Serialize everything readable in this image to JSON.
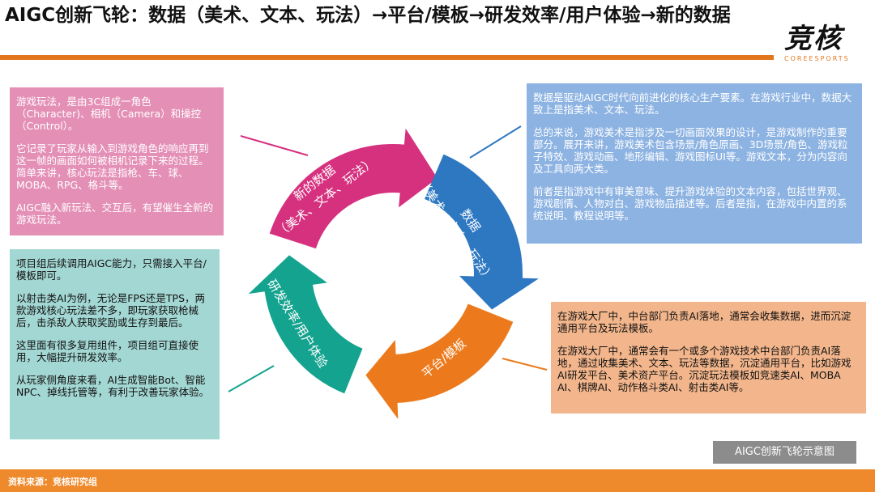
{
  "title": "AIGC创新飞轮：数据（美术、文本、玩法）→平台/模板→研发效率/用户体验→新的数据",
  "logo": {
    "text": "竞核",
    "sub": "COREESPORTS"
  },
  "cycle": {
    "new_data": {
      "line1": "新的数据",
      "line2": "（美术、文本、玩法）",
      "color": "#d6317f"
    },
    "data": {
      "line1": "数据",
      "line2": "（美术、文本、玩法）",
      "color": "#2e78c2"
    },
    "platform": {
      "line1": "平台/模板",
      "color": "#ec7a1c"
    },
    "efficiency": {
      "line1": "研发效率/用户体验",
      "color": "#14a38f"
    }
  },
  "boxes": {
    "pink": [
      "游戏玩法，是由3C组成一角色（Character)、相机（Camera）和操控（Control）。",
      "它记录了玩家从输入到游戏角色的响应再到这一帧的画面如何被相机记录下来的过程。简单来讲，核心玩法是指枪、车、球、MOBA、RPG、格斗等。",
      "AIGC融入新玩法、交互后，有望催生全新的游戏玩法。"
    ],
    "blue": [
      "数据是驱动AIGC时代向前进化的核心生产要素。在游戏行业中，数据大致上是指美术、文本、玩法。",
      "总的来说，游戏美术是指涉及一切画面效果的设计，是游戏制作的重要部分。展开来讲，游戏美术包含场景/角色原画、3D场景/角色、游戏粒子特效、游戏动画、地形编辑、游戏图标UI等。游戏文本，分为内容向及工具向两大类。",
      "前者是指游戏中有审美意味、提升游戏体验的文本内容，包括世界观、游戏剧情、人物对白、游戏物品描述等。后者是指，在游戏中内置的系统说明、教程说明等。"
    ],
    "teal": [
      "项目组后续调用AIGC能力，只需接入平台/模板即可。",
      "以射击类AI为例，无论是FPS还是TPS，两款游戏核心玩法差不多，即玩家获取枪械后，击杀敌人获取奖励或生存到最后。",
      "这里面有很多复用组件，项目组可直接使用，大幅提升研发效率。",
      "从玩家侧角度来看，AI生成智能Bot、智能NPC、掉线托管等，有利于改善玩家体验。"
    ],
    "orange": [
      "在游戏大厂中，中台部门负责AI落地，通常会收集数据，进而沉淀通用平台及玩法模板。",
      "在游戏大厂中，通常会有一个或多个游戏技术中台部门负责AI落地，通过收集美术、文本、玩法等数据，沉淀通用平台，比如游戏AI研发平台、美术资产平台。沉淀玩法模板如竞速类AI、MOBA　AI、棋牌AI、动作格斗类AI、射击类AI等。"
    ]
  },
  "caption": "AIGC创新飞轮示意图",
  "footer": "资料来源：竞核研究组"
}
